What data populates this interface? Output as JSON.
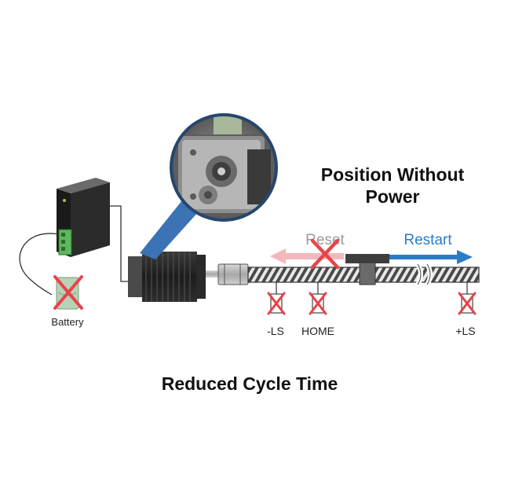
{
  "diagram": {
    "headline_line1": "Position Without",
    "headline_line2": "Power",
    "caption": "Reduced Cycle Time",
    "battery_label": "Battery",
    "reset_label": "Reset",
    "restart_label": "Restart",
    "limit_switches": {
      "minus": "-LS",
      "home": "HOME",
      "plus": "+LS"
    },
    "colors": {
      "cross": "#e8434a",
      "restart_arrow": "#2a7bc8",
      "reset_arrow": "#f3b8bb",
      "reset_text": "#9a9a9a",
      "zoom_circle": "#26466e",
      "zoom_pointer": "#3c73b4"
    },
    "icons": {
      "driver": "driver-unit-icon",
      "motor": "stepper-motor-icon",
      "battery": "battery-icon",
      "crossed": "cross-icon"
    }
  }
}
